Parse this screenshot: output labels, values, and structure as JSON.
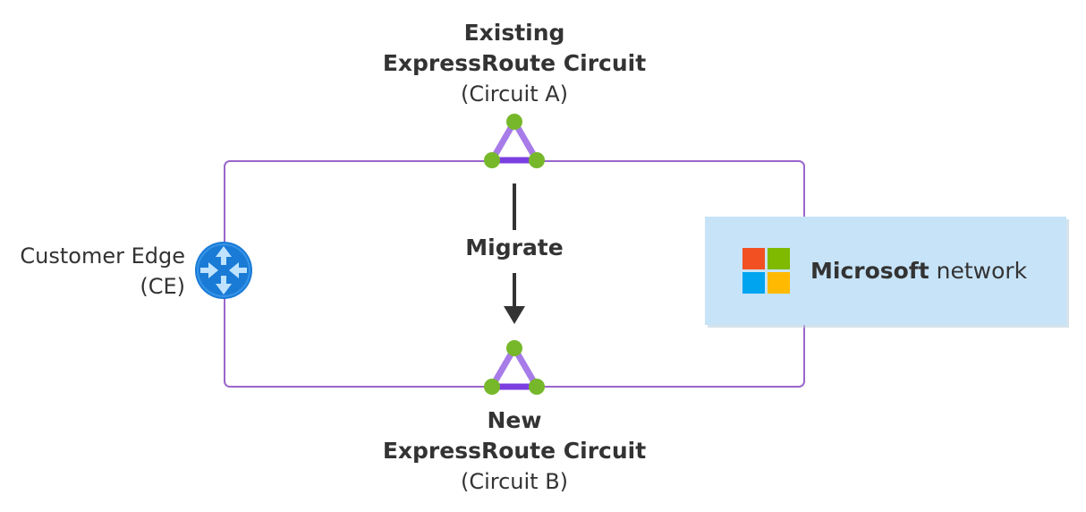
{
  "circuit_a": {
    "line1": "Existing",
    "line2": "ExpressRoute Circuit",
    "line3": "(Circuit A)"
  },
  "circuit_b": {
    "line1": "New",
    "line2": "ExpressRoute Circuit",
    "line3": "(Circuit B)"
  },
  "customer_edge": {
    "line1": "Customer Edge",
    "line2": "(CE)"
  },
  "migrate": {
    "label": "Migrate"
  },
  "microsoft": {
    "bold": "Microsoft",
    "rest": " network"
  },
  "colors": {
    "connection_line": "#9966cc",
    "circuit_edge": "#a77be8",
    "circuit_base": "#7b3fe0",
    "circuit_node": "#76b82a",
    "router": "#1a7bd6",
    "router_arrow": "#bfe3ff",
    "ms_panel": "#c7e3f8",
    "ms_red": "#f25022",
    "ms_green": "#7fba00",
    "ms_blue": "#00a4ef",
    "ms_yellow": "#ffb900",
    "arrow": "#333333"
  },
  "icons": {
    "circuit": "expressroute-circuit-icon",
    "router": "router-icon",
    "logo": "microsoft-logo-icon"
  }
}
